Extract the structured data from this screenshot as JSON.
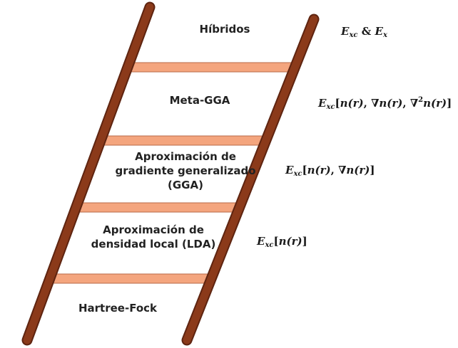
{
  "colors": {
    "rail": "#8B3A1A",
    "rail_dark": "#5E2410",
    "rung_fill": "#F4A57E",
    "rung_stroke": "#B86A48"
  },
  "levels": [
    {
      "label": "Híbridos",
      "formula": {
        "main": "E",
        "sub": "xc",
        "rest": " & ",
        "main2": "E",
        "sub2": "x"
      }
    },
    {
      "label": "Meta-GGA",
      "formula_text": "E_xc[n(r), ∇n(r), ∇²n(r)]"
    },
    {
      "label_lines": [
        "Aproximación de",
        "gradiente generalizado",
        "(GGA)"
      ],
      "formula_text": "E_xc[n(r), ∇n(r)]"
    },
    {
      "label_lines": [
        "Aproximación de",
        "densidad local (LDA)"
      ],
      "formula_text": "E_xc[n(r)]"
    },
    {
      "label": "Hartree-Fock"
    }
  ],
  "formula_parts": {
    "E": "E",
    "xc": "xc",
    "x": "x",
    "amp": " & ",
    "open": "[",
    "close": "]",
    "n_r": "n(r)",
    "grad": "∇",
    "comma": ", ",
    "sq": "2"
  }
}
